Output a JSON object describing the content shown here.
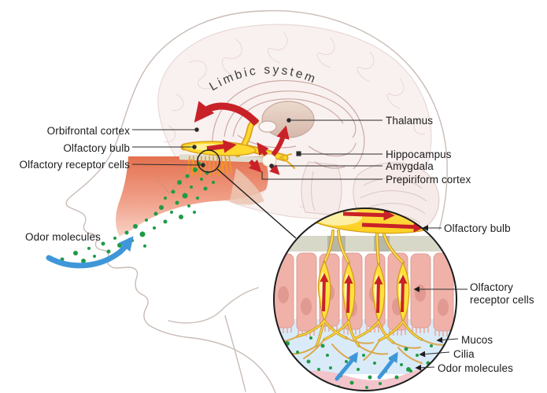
{
  "figure": {
    "arc_title": "Limbic system",
    "main_labels": {
      "orbifrontal_cortex": "Orbifrontal cortex",
      "olfactory_bulb": "Olfactory bulb",
      "olfactory_receptor_cells": "Olfactory receptor cells",
      "odor_molecules": "Odor molecules",
      "thalamus": "Thalamus",
      "hippocampus": "Hippocampus",
      "amygdala": "Amygdala",
      "prepiriform_cortex": "Prepiriform cortex"
    },
    "inset_labels": {
      "olfactory_bulb": "Olfactory bulb",
      "olfactory_receptor_cells": "Olfactory receptor cells",
      "mucos": "Mucos",
      "cilia": "Cilia",
      "odor_molecules": "Odor molecules"
    },
    "colors": {
      "odor_molecule_green": "#1f9c45",
      "signal_arrow_red": "#c92128",
      "olfactory_yellow": "#ffd92e",
      "inhale_arrow_blue": "#3f97d9",
      "nasal_salmon": "#e4714f",
      "mucus_blue": "#d9ebf8",
      "epithelium_pink": "#f0b1a9",
      "plate_gray": "#d8d8c9",
      "label_text": "#1c1c1c"
    }
  }
}
